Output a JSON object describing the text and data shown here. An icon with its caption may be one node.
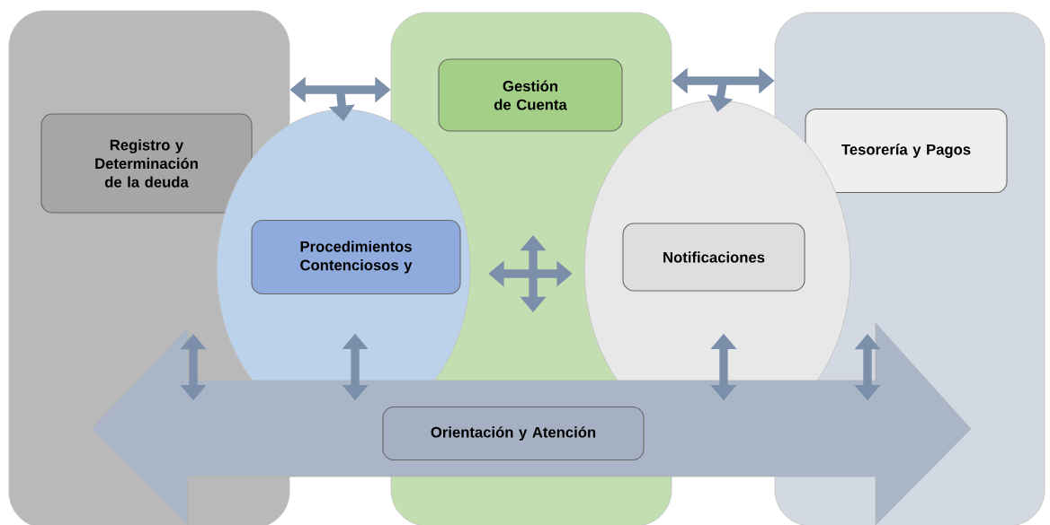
{
  "diagram": {
    "nodes": [
      {
        "text": [],
        "shape": "box"
      },
      {
        "text": [
          "Registro y Determinación de la deuda"
        ],
        "in": 0
      },
      {
        "text": [],
        "shape": "box"
      },
      {
        "text": [
          "Gestión de Cuenta"
        ],
        "in": 2
      },
      {
        "text": [],
        "shape": "box"
      },
      {
        "text": [
          "Tesorería y Pagos"
        ],
        "in": 4
      },
      {
        "text": [],
        "shape": "ellipse"
      },
      {
        "text": [
          "Procedimientos Contenciosos y"
        ],
        "in": 6
      },
      {
        "text": [],
        "shape": "ellipse"
      },
      {
        "text": [
          "Notificaciones"
        ],
        "in": 8
      },
      {
        "text": [],
        "shape": "arrow"
      },
      {
        "text": [
          "Orientación y Atención"
        ]
      }
    ],
    "edges": [
      {
        "from": 0,
        "to": 2,
        "arrow": "both"
      },
      {
        "from": null,
        "to": 6,
        "arrow": "to"
      },
      {
        "from": 2,
        "to": 4,
        "arrow": "both"
      },
      {
        "from": null,
        "to": 8,
        "arrow": "to"
      },
      {
        "from": 6,
        "to": 8,
        "arrow": "both"
      },
      {
        "from": null,
        "to": 10,
        "arrow": "both"
      },
      {
        "from": 6,
        "to": 10,
        "arrow": "both"
      },
      {
        "from": 8,
        "to": 10,
        "arrow": "both"
      },
      {
        "from": null,
        "to": 10,
        "arrow": "both"
      }
    ]
  }
}
